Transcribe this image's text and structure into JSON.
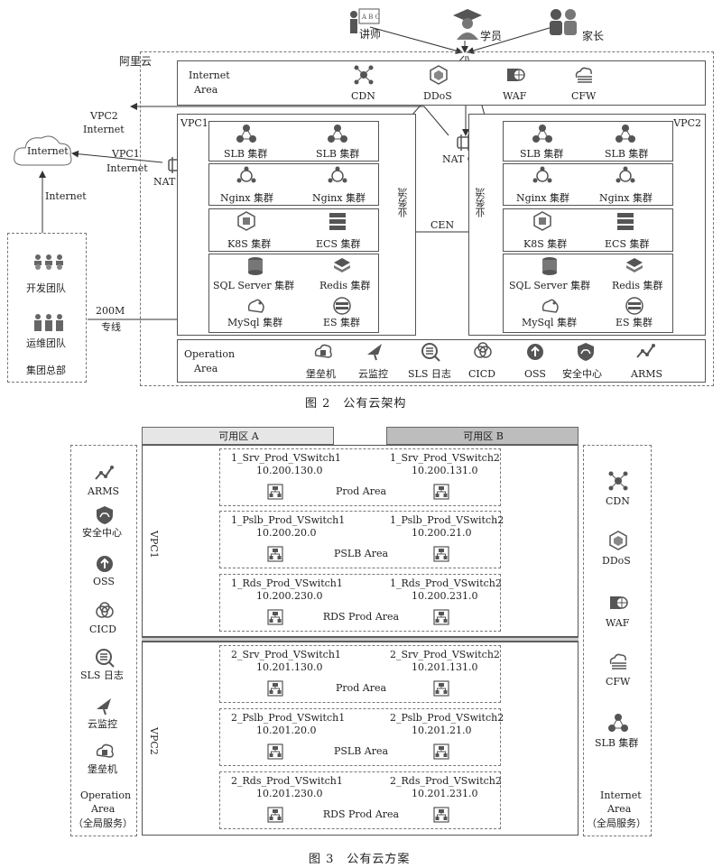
{
  "fig2": {
    "caption": "图 2　公有云架构",
    "users": {
      "lecturer": "讲师",
      "student": "学员",
      "parent": "家长"
    },
    "cloud_label": "阿里云",
    "internet_area": {
      "label1": "Internet",
      "label2": "Area",
      "items": [
        "CDN",
        "DDoS",
        "WAF",
        "CFW"
      ]
    },
    "internet": "Internet",
    "hq": {
      "teams": [
        "开发团队",
        "运维团队"
      ],
      "name": "集团总部",
      "link1": "200M",
      "link2": "专线",
      "internet_link": "Internet"
    },
    "links": {
      "vpc2_internet": [
        "VPC2",
        "Internet"
      ],
      "vpc1_internet": [
        "VPC1",
        "Internet"
      ]
    },
    "nat_gw": "NAT GW",
    "vpc1": "VPC1",
    "vpc2": "VPC2",
    "cen": "CEN",
    "biz_flow": "业务流",
    "clusters": [
      [
        "SLB 集群",
        "SLB 集群"
      ],
      [
        "Nginx 集群",
        "Nginx 集群"
      ],
      [
        "K8S 集群",
        "ECS 集群"
      ],
      [
        "SQL Server 集群",
        "Redis 集群",
        "MySql 集群",
        "ES 集群"
      ]
    ],
    "operation_area": {
      "label1": "Operation",
      "label2": "Area",
      "items": [
        "堡垒机",
        "云监控",
        "SLS 日志",
        "CICD",
        "OSS",
        "安全中心",
        "ARMS"
      ]
    }
  },
  "fig3": {
    "caption": "图 3　公有云方案",
    "zone_a": "可用区 A",
    "zone_b": "可用区 B",
    "vpcs": [
      {
        "name": "VPC1",
        "areas": [
          {
            "left": "1_Srv_Prod_VSwitch1",
            "left_ip": "10.200.130.0",
            "right": "1_Srv_Prod_VSwitch2",
            "right_ip": "10.200.131.0",
            "name": "Prod Area"
          },
          {
            "left": "1_Pslb_Prod_VSwitch1",
            "left_ip": "10.200.20.0",
            "right": "1_Pslb_Prod_VSwitch2",
            "right_ip": "10.200.21.0",
            "name": "PSLB Area"
          },
          {
            "left": "1_Rds_Prod_VSwitch1",
            "left_ip": "10.200.230.0",
            "right": "1_Rds_Prod_VSwitch2",
            "right_ip": "10.200.231.0",
            "name": "RDS Prod Area"
          }
        ]
      },
      {
        "name": "VPC2",
        "areas": [
          {
            "left": "2_Srv_Prod_VSwitch1",
            "left_ip": "10.201.130.0",
            "right": "2_Srv_Prod_VSwitch2",
            "right_ip": "10.201.131.0",
            "name": "Prod Area"
          },
          {
            "left": "2_Pslb_Prod_VSwitch1",
            "left_ip": "10.201.20.0",
            "right": "2_Pslb_Prod_VSwitch2",
            "right_ip": "10.201.21.0",
            "name": "PSLB Area"
          },
          {
            "left": "2_Rds_Prod_VSwitch1",
            "left_ip": "10.201.230.0",
            "right": "2_Rds_Prod_VSwitch2",
            "right_ip": "10.201.231.0",
            "name": "RDS Prod Area"
          }
        ]
      }
    ],
    "left_panel": {
      "items": [
        "ARMS",
        "安全中心",
        "OSS",
        "CICD",
        "SLS 日志",
        "云监控",
        "堡垒机"
      ],
      "label1": "Operation",
      "label2": "Area",
      "label3": "（全局服务）"
    },
    "right_panel": {
      "items": [
        "CDN",
        "DDoS",
        "WAF",
        "CFW",
        "SLB 集群"
      ],
      "label1": "Internet",
      "label2": "Area",
      "label3": "（全局服务）"
    }
  }
}
